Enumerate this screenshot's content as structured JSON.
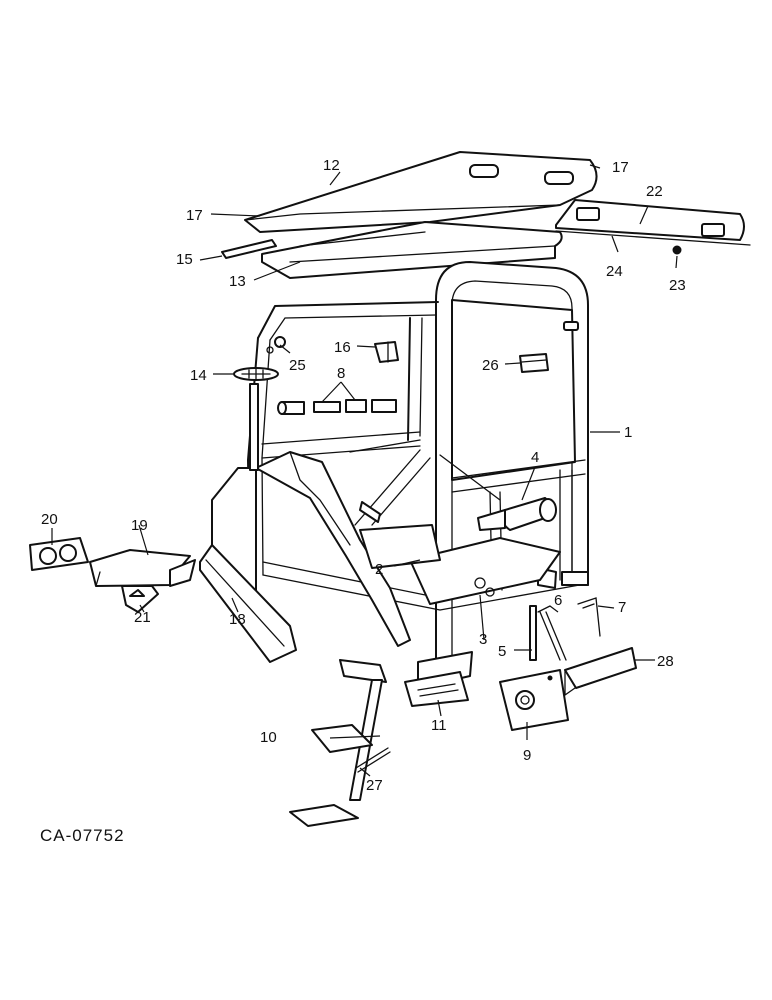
{
  "drawing_ref": "CA-07752",
  "callouts": {
    "c1": "1",
    "c2": "2",
    "c3": "3",
    "c4": "4",
    "c5": "5",
    "c6": "6",
    "c7": "7",
    "c8": "8",
    "c9": "9",
    "c10": "10",
    "c11": "11",
    "c12": "12",
    "c13": "13",
    "c14": "14",
    "c15": "15",
    "c16": "16",
    "c17a": "17",
    "c17b": "17",
    "c18": "18",
    "c19": "19",
    "c20": "20",
    "c21": "21",
    "c22": "22",
    "c23": "23",
    "c24": "24",
    "c25": "25",
    "c26": "26",
    "c27": "27",
    "c28": "28"
  }
}
